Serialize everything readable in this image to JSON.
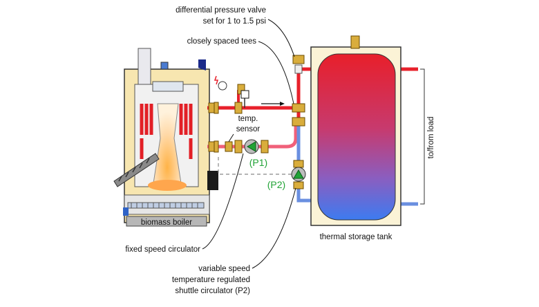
{
  "labels": {
    "diff_valve_line1": "differential pressure valve",
    "diff_valve_line2": "set for 1 to 1.5 psi",
    "tees": "closely spaced tees",
    "temp_line1": "temp.",
    "temp_line2": "sensor",
    "p1": "(P1)",
    "p2": "(P2)",
    "boiler": "biomass boiler",
    "fixed_circ": "fixed speed circulator",
    "var_line1": "variable speed",
    "var_line2": "temperature regulated",
    "var_line3": "shuttle circulator (P2)",
    "tank": "thermal storage tank",
    "load": "to/from load"
  },
  "colors": {
    "hot_pipe": "#e8212b",
    "warm_pipe": "#f0607a",
    "cool_pipe": "#6a8fe0",
    "brass": "#d9ad3c",
    "boiler_casing": "#f7e6b0",
    "tank_casing": "#fbf3d6",
    "p_label": "#21a336"
  }
}
